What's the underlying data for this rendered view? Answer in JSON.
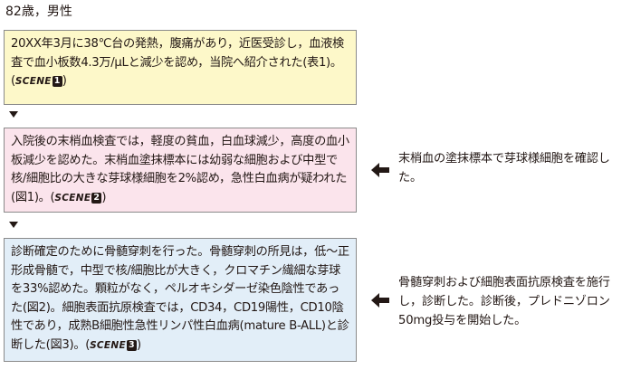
{
  "patient": "82歳，男性",
  "boxes": [
    {
      "pre": "20XX年3月に38℃台の発熱，腹痛があり，近医受診し，血液検査で血小板数4.3万/μLと減少を認め，当院へ紹介された(表1)。(",
      "scene_label": "SCENE",
      "scene_num": "1",
      "post": ")"
    },
    {
      "pre": "入院後の末梢血検査では，軽度の貧血，白血球減少，高度の血小板減少を認めた。末梢血塗抹標本には幼弱な細胞および中型で核/細胞比の大きな芽球様細胞を2%認め，急性白血病が疑われた(図1)。(",
      "scene_label": "SCENE",
      "scene_num": "2",
      "post": ")"
    },
    {
      "pre": "診断確定のために骨髄穿刺を行った。骨髄穿刺の所見は，低～正形成骨髄で，中型で核/細胞比が大きく，クロマチン繊細な芽球を33%認めた。顆粒がなく，ペルオキシダーゼ染色陰性であった(図2)。細胞表面抗原検査では，CD34，CD19陽性，CD10陰性であり，成熟B細胞性急性リンパ性白血病(mature B-ALL)と診断した(図3)。(",
      "scene_label": "SCENE",
      "scene_num": "3",
      "post": ")"
    }
  ],
  "notes": [
    "末梢血の塗抹標本で芽球様細胞を確認した。",
    "骨髄穿刺および細胞表面抗原検査を施行し，診断した。診断後，プレドニゾロン50mg投与を開始した。"
  ],
  "colors": {
    "box1_fill": "#fdf8c9",
    "box2_fill": "#fbe4ec",
    "box3_fill": "#e2eef8",
    "border": "#8a8a8a",
    "text": "#231815"
  }
}
